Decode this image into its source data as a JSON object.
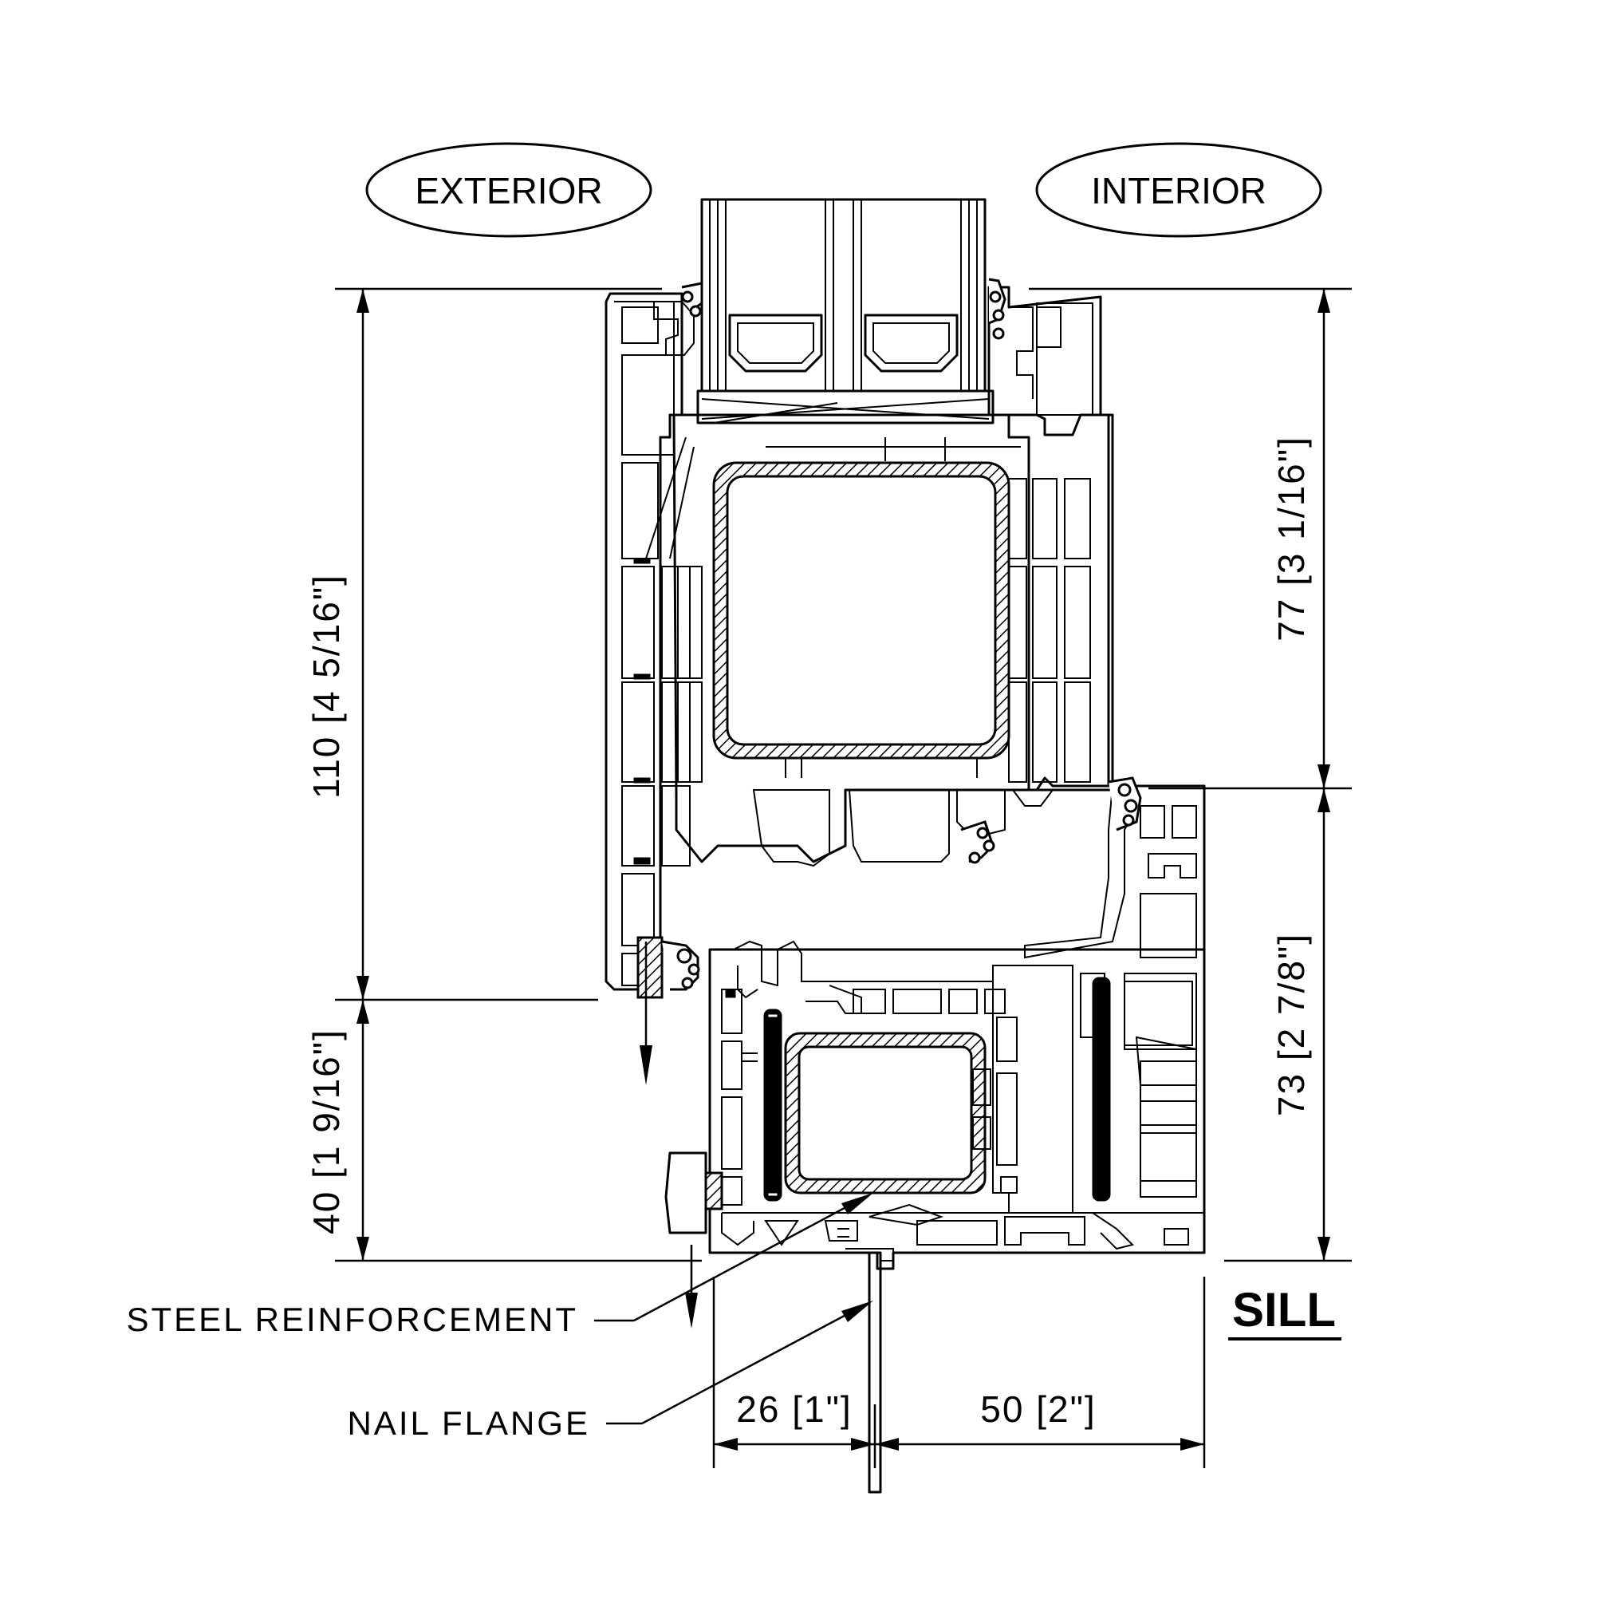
{
  "regions": {
    "exterior": "EXTERIOR",
    "interior": "INTERIOR"
  },
  "dimensions": {
    "left_upper": "110 [4 5/16\"]",
    "left_lower": "40 [1 9/16\"]",
    "right_upper": "77 [3 1/16\"]",
    "right_lower": "73 [2 7/8\"]",
    "bottom_left": "26 [1\"]",
    "bottom_right": "50 [2\"]"
  },
  "callouts": {
    "steel_reinforcement": "STEEL REINFORCEMENT",
    "nail_flange": "NAIL FLANGE"
  },
  "title": "SILL"
}
